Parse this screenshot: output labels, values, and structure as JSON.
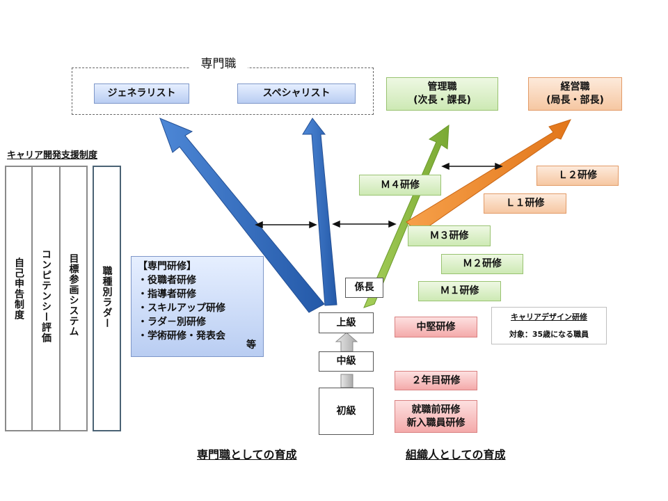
{
  "specialist": {
    "title": "専門職",
    "generalist": "ジェネラリスト",
    "specialist_label": "スペシャリスト"
  },
  "kanri": {
    "line1": "管理職",
    "line2": "(次長・課長)"
  },
  "keiei": {
    "line1": "経営職",
    "line2": "(局長・部長)"
  },
  "career_support": {
    "title": "キャリア開発支援制度",
    "columns": [
      "自己申告制度",
      "コンピテンシー評価",
      "目標参画システム",
      "職種別ラダー"
    ]
  },
  "senmon_training": {
    "header": "【専門研修】",
    "items": [
      "・役職者研修",
      "・指導者研修",
      "・スキルアップ研修",
      "・ラダ－別研修",
      "・学術研修・発表会"
    ],
    "suffix": "等"
  },
  "levels": {
    "kakaricho": "係長",
    "jokyu": "上級",
    "chukyu": "中級",
    "shokyu": "初級"
  },
  "green_trainings": {
    "m4": "Ｍ４研修",
    "m3": "Ｍ３研修",
    "m2": "Ｍ２研修",
    "m1": "Ｍ１研修"
  },
  "orange_trainings": {
    "l2": "Ｌ２研修",
    "l1": "Ｌ１研修"
  },
  "red_trainings": {
    "chuken": "中堅研修",
    "ninenme": "２年目研修",
    "shushoku_line1": "就職前研修",
    "shushoku_line2": "新入職員研修"
  },
  "career_design": {
    "title": "キャリアデザイン研修",
    "target": "対象：35歳になる職員"
  },
  "bottom_labels": {
    "left": "専門職としての育成",
    "right": "組織人としての育成"
  },
  "colors": {
    "blue_arrow": "#2f6cc0",
    "green_arrow": "#8cbb3c",
    "orange_arrow": "#ee8a2a",
    "gray_arrow": "#bdbdbd"
  }
}
